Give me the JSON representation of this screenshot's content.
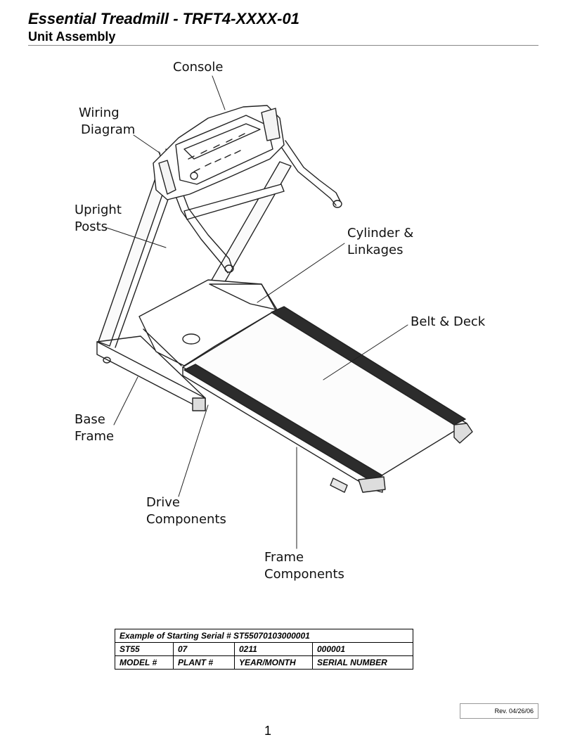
{
  "header": {
    "title": "Essential Treadmill - TRFT4-XXXX-01",
    "subtitle": "Unit Assembly"
  },
  "callouts": {
    "console": "Console",
    "wiring_1": "Wiring",
    "wiring_2": "Diagram",
    "upright_1": "Upright",
    "upright_2": "Posts",
    "cylinder_1": "Cylinder &",
    "cylinder_2": "Linkages",
    "belt": "Belt & Deck",
    "base_1": "Base",
    "base_2": "Frame",
    "drive_1": "Drive",
    "drive_2": "Components",
    "frame_1": "Frame",
    "frame_2": "Components"
  },
  "serial_table": {
    "caption": "Example of Starting Serial # ST55070103000001",
    "values": [
      "ST55",
      "07",
      "0211",
      "000001"
    ],
    "headers": [
      "MODEL #",
      "PLANT #",
      "YEAR/MONTH",
      "SERIAL NUMBER"
    ]
  },
  "footer": {
    "revision": "Rev. 04/26/06",
    "page_number": "1"
  }
}
